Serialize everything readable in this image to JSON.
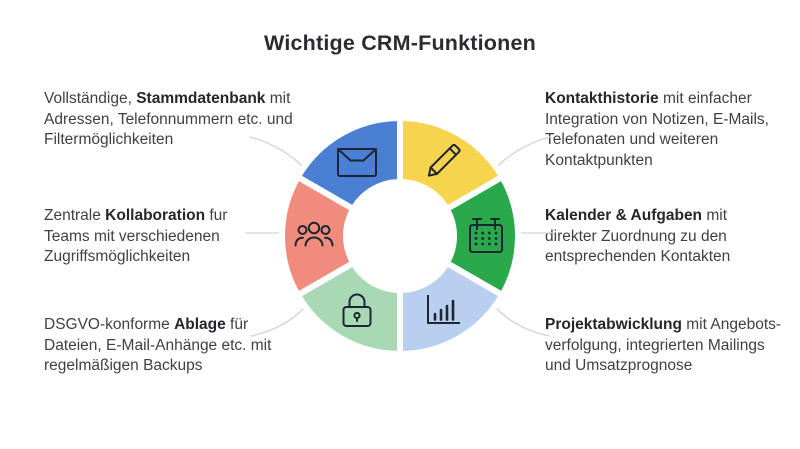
{
  "title": "Wichtige CRM-Funktionen",
  "colors": {
    "segment_blue": "#4B7FD3",
    "segment_yellow": "#F6D44D",
    "segment_green": "#2AA84C",
    "segment_lightblue": "#B9CFF0",
    "segment_mint": "#A8D8B4",
    "segment_salmon": "#F08B7D",
    "icon_stroke": "#1C2633",
    "connector": "#D4D4D4"
  },
  "features": {
    "left": [
      {
        "pre": "Vollständige, ",
        "bold": "Stammdatenbank",
        "post": " mit Adressen, Telefonnummern etc. und Filtermöglichkeiten",
        "icon": "envelope"
      },
      {
        "pre": "Zentrale ",
        "bold": "Kollaboration",
        "post": " fur Teams mit verschiedenen Zugriffsmöglichkeiten",
        "icon": "people-group"
      },
      {
        "pre": "DSGVO-konforme ",
        "bold": "Ablage",
        "post": " für Dateien, E-Mail-Anhänge etc. mit regelmäßigen Backups",
        "icon": "lock"
      }
    ],
    "right": [
      {
        "pre": "",
        "bold": "Kontakthistorie",
        "post": " mit einfacher Integration von Notizen, E-Mails, Telefonaten und weiteren Kontaktpunkten",
        "icon": "pencil"
      },
      {
        "pre": "",
        "bold": "Kalender & Aufgaben",
        "post": " mit direkter Zuordnung zu den entsprechenden Kontakten",
        "icon": "calendar"
      },
      {
        "pre": "",
        "bold": "Projektabwicklung",
        "post": " mit Angebots-verfolgung, integrierten Mailings und Umsatzprognose",
        "icon": "bar-chart"
      }
    ]
  }
}
